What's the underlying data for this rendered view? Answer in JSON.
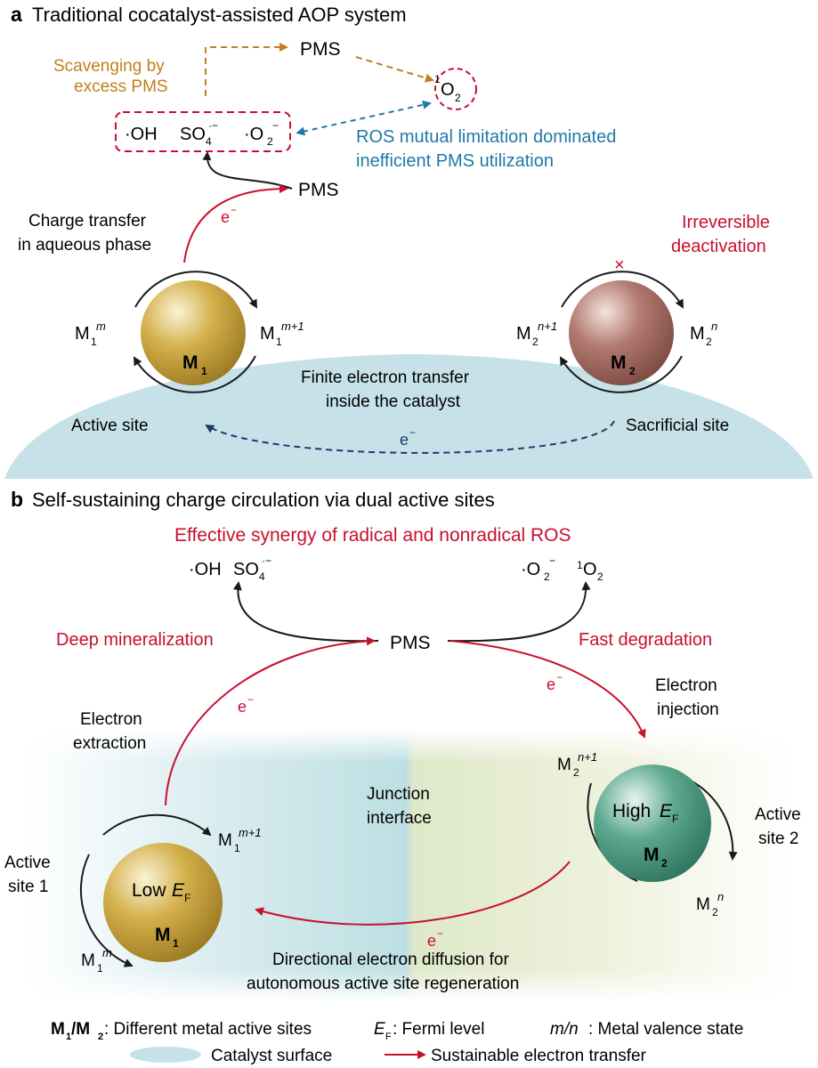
{
  "panel_a": {
    "letter": "a",
    "title": "Traditional cocatalyst-assisted AOP system",
    "pms_top": "PMS",
    "scavenging_line1": "Scavenging by",
    "scavenging_line2": "excess PMS",
    "singlet_o2": "O",
    "singlet_o2_sup": "1",
    "singlet_o2_sub": "2",
    "oh_radical": "·OH",
    "so4": "SO",
    "so4_sub": "4",
    "so4_sup": "·−",
    "o2_radical": "·O",
    "o2_sub": "2",
    "o2_sup": "−",
    "ros_line1": "ROS mutual limitation dominated",
    "ros_line2": "inefficient PMS utilization",
    "pms_mid": "PMS",
    "charge_line1": "Charge transfer",
    "charge_line2": "in aqueous phase",
    "electron": "e",
    "electron_sup": "−",
    "irrev_line1": "Irreversible",
    "irrev_line2": "deactivation",
    "cross": "×",
    "m1m": "M",
    "m1m_sub": "1",
    "m1m_sup": "m",
    "m1m1": "M",
    "m1m1_sub": "1",
    "m1m1_sup": "m+1",
    "m2n1": "M",
    "m2n1_sub": "2",
    "m2n1_sup": "n+1",
    "m2n": "M",
    "m2n_sub": "2",
    "m2n_sup": "n",
    "sphere1": "M",
    "sphere1_sub": "1",
    "sphere2": "M",
    "sphere2_sub": "2",
    "finite_line1": "Finite electron transfer",
    "finite_line2": "inside the catalyst",
    "active_site": "Active site",
    "sacrificial_site": "Sacrificial site",
    "bottom_e": "e",
    "bottom_e_sup": "−"
  },
  "panel_b": {
    "letter": "b",
    "title": "Self-sustaining charge circulation via dual active sites",
    "synergy": "Effective synergy of radical and nonradical ROS",
    "oh": "·OH",
    "so4": "SO",
    "so4_sub": "4",
    "so4_sup": "·−",
    "o2r": "·O",
    "o2r_sub": "2",
    "o2r_sup": "−",
    "singlet": "O",
    "singlet_sup": "1",
    "singlet_sub": "2",
    "deep": "Deep mineralization",
    "pms": "PMS",
    "fast": "Fast degradation",
    "e_left": "e",
    "e_right": "e",
    "e_bottom": "e",
    "e_sup": "−",
    "extraction_line1": "Electron",
    "extraction_line2": "extraction",
    "injection_line1": "Electron",
    "injection_line2": "injection",
    "junction_line1": "Junction",
    "junction_line2": "interface",
    "active1_line1": "Active",
    "active1_line2": "site 1",
    "active2_line1": "Active",
    "active2_line2": "site 2",
    "m1m1": "M",
    "m1m1_sub": "1",
    "m1m1_sup": "m+1",
    "m1m": "M",
    "m1m_sub": "1",
    "m1m_sup": "m",
    "m2n1": "M",
    "m2n1_sub": "2",
    "m2n1_sup": "n+1",
    "m2n": "M",
    "m2n_sub": "2",
    "m2n_sup": "n",
    "low": "Low ",
    "high": "High ",
    "ef": "E",
    "ef_sub": "F",
    "sphere1": "M",
    "sphere1_sub": "1",
    "sphere2": "M",
    "sphere2_sub": "2",
    "diffusion_line1": "Directional electron diffusion for",
    "diffusion_line2": "autonomous active site regeneration"
  },
  "legend": {
    "m_label": "M",
    "m_sub1": "1",
    "m_slash": "/M",
    "m_sub2": "2",
    "m_desc": ": Different metal active sites",
    "ef": "E",
    "ef_sub": "F",
    "ef_desc": ": Fermi level",
    "mn": "m/n",
    "mn_desc": ": Metal valence state",
    "surface": "Catalyst surface",
    "transfer": "Sustainable electron transfer"
  },
  "colors": {
    "red": "#c8102e",
    "blue": "#1f78a8",
    "orange": "#c17f1d",
    "surface": "#bfe0e6",
    "m1": "#c9a43a",
    "m2a": "#a86a60",
    "m2b": "#4f9c83"
  }
}
